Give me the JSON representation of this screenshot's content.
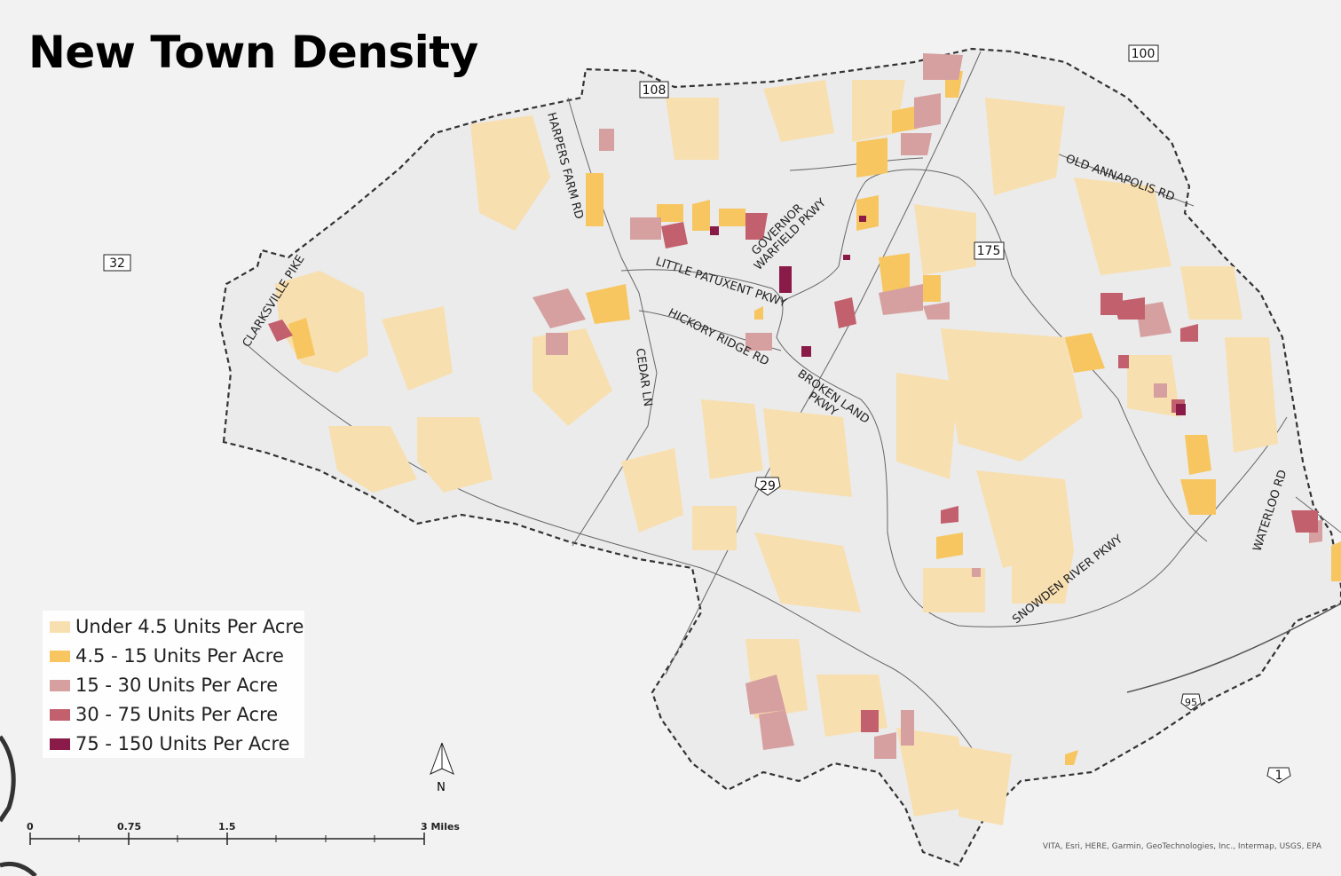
{
  "title": "New Town Density",
  "legend": {
    "items": [
      {
        "label": "Under 4.5 Units Per Acre",
        "color": "#f8dfb0"
      },
      {
        "label": "4.5 - 15 Units Per Acre",
        "color": "#f7c660"
      },
      {
        "label": "15 - 30 Units Per Acre",
        "color": "#d6a0a0"
      },
      {
        "label": "30 - 75 Units Per Acre",
        "color": "#c2606e"
      },
      {
        "label": "75 - 150 Units Per Acre",
        "color": "#8a1b48"
      }
    ]
  },
  "roads": {
    "harpers_farm": "HARPERS FARM RD",
    "governor_warfield_1": "GOVERNOR",
    "governor_warfield_2": "WARFIELD PKWY",
    "little_patuxent": "LITTLE PATUXENT PKWY",
    "hickory_ridge": "HICKORY RIDGE RD",
    "broken_land_1": "BROKEN LAND",
    "broken_land_2": "PKWY",
    "cedar_ln": "CEDAR LN",
    "clarksville": "CLARKSVILLE PIKE",
    "old_annapolis": "OLD ANNAPOLIS RD",
    "snowden_river": "SNOWDEN RIVER PKWY",
    "waterloo": "WATERLOO RD"
  },
  "shields": {
    "r108": "108",
    "r100": "100",
    "r32": "32",
    "r175": "175",
    "us29": "29",
    "i95": "95",
    "us1": "1"
  },
  "north_arrow": "N",
  "scale": {
    "ticks": [
      "0",
      "0.75",
      "1.5",
      "3 Miles"
    ]
  },
  "attribution": "VITA, Esri, HERE, Garmin, GeoTechnologies, Inc., Intermap, USGS, EPA"
}
